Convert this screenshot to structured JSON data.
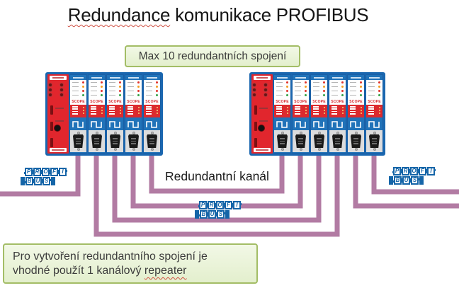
{
  "title": {
    "highlight": "Redundance",
    "rest": " komunikace PROFIBUS"
  },
  "notes": {
    "top": "Max 10 redundantních spojení",
    "bottom_line1": "Pro vytvoření redundantního spojení je",
    "bottom_line2_pre": "vhodné použít 1 kanálový ",
    "bottom_line2_term": "repeater"
  },
  "labels": {
    "redundant_channel": "Redundantní kanál"
  },
  "logo": {
    "row1": "PROFI",
    "row2": "BUS"
  },
  "module_common": {
    "scope_label": "SCOPE"
  },
  "groups": {
    "left": {
      "blue_module_count": 5
    },
    "right": {
      "blue_module_count": 6
    }
  },
  "colors": {
    "wire": "#b27ba3",
    "logo_blue": "#1565a8",
    "module_blue": "#2173b9",
    "module_red": "#e1262d",
    "note_bg": "#e9f2d7",
    "note_border": "#a3bd66",
    "spellcheck_underline": "#cf4f42"
  }
}
